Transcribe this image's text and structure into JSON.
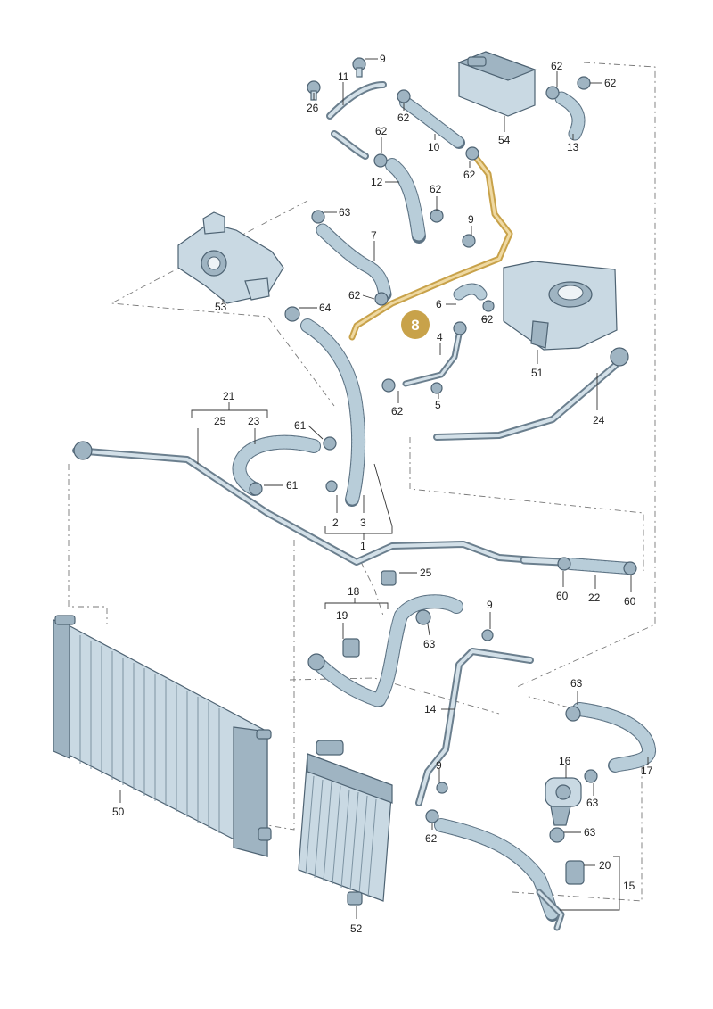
{
  "diagram": {
    "highlight_label": "8",
    "highlight_color": "#c8a24a",
    "callouts": {
      "p1": "1",
      "p2": "2",
      "p3": "3",
      "p4": "4",
      "p5": "5",
      "p6": "6",
      "p7": "7",
      "p9a": "9",
      "p9b": "9",
      "p9c": "9",
      "p9d": "9",
      "p10": "10",
      "p11": "11",
      "p12": "12",
      "p13": "13",
      "p14": "14",
      "p15": "15",
      "p16": "16",
      "p17": "17",
      "p18": "18",
      "p19": "19",
      "p20": "20",
      "p21": "21",
      "p22": "22",
      "p23": "23",
      "p24": "24",
      "p25a": "25",
      "p25b": "25",
      "p26": "26",
      "p50": "50",
      "p51": "51",
      "p52": "52",
      "p53": "53",
      "p54": "54",
      "p60a": "60",
      "p60b": "60",
      "p61a": "61",
      "p61b": "61",
      "p62a": "62",
      "p62b": "62",
      "p62c": "62",
      "p62d": "62",
      "p62e": "62",
      "p62f": "62",
      "p62g": "62",
      "p62h": "62",
      "p62i": "62",
      "p62j": "62",
      "p63a": "63",
      "p63b": "63",
      "p63c": "63",
      "p63d": "63",
      "p63e": "63",
      "p64": "64"
    }
  }
}
